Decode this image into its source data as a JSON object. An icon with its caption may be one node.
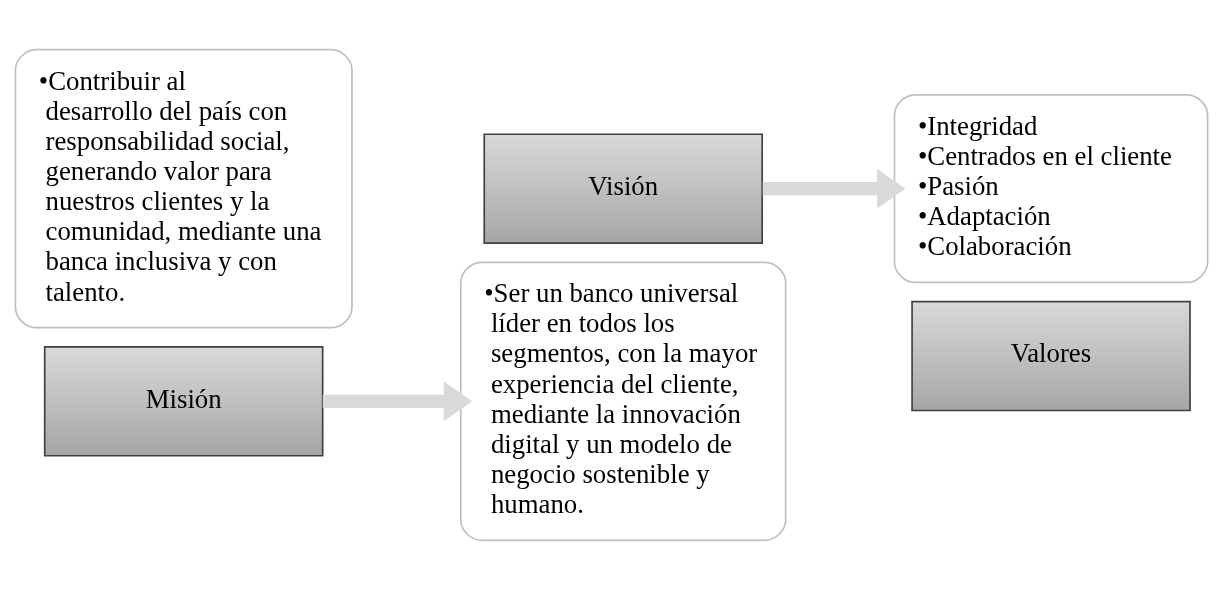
{
  "diagram": {
    "nodes": [
      {
        "text": [
          "•Contribuir al desarrollo del país con responsabilidad social, generando valor para nuestros clientes y la comunidad, mediante una banca inclusiva y con talento."
        ]
      },
      {
        "text": [
          "Misión"
        ]
      },
      {
        "text": [
          "•Ser un banco universal líder en todos los segmentos, con la mayor experiencia del cliente, mediante la innovación digital y un modelo de negocio sostenible y humano."
        ]
      },
      {
        "text": [
          "Visión"
        ]
      },
      {
        "text": [
          "•Integridad",
          "•Centrados en el cliente",
          "•Pasión",
          "•Adaptación",
          "•Colaboración"
        ]
      },
      {
        "text": [
          "Valores"
        ]
      }
    ],
    "edges": [
      {
        "from": 1,
        "to": 2,
        "arrow": "to"
      },
      {
        "from": 3,
        "to": 4,
        "arrow": "to"
      }
    ]
  }
}
